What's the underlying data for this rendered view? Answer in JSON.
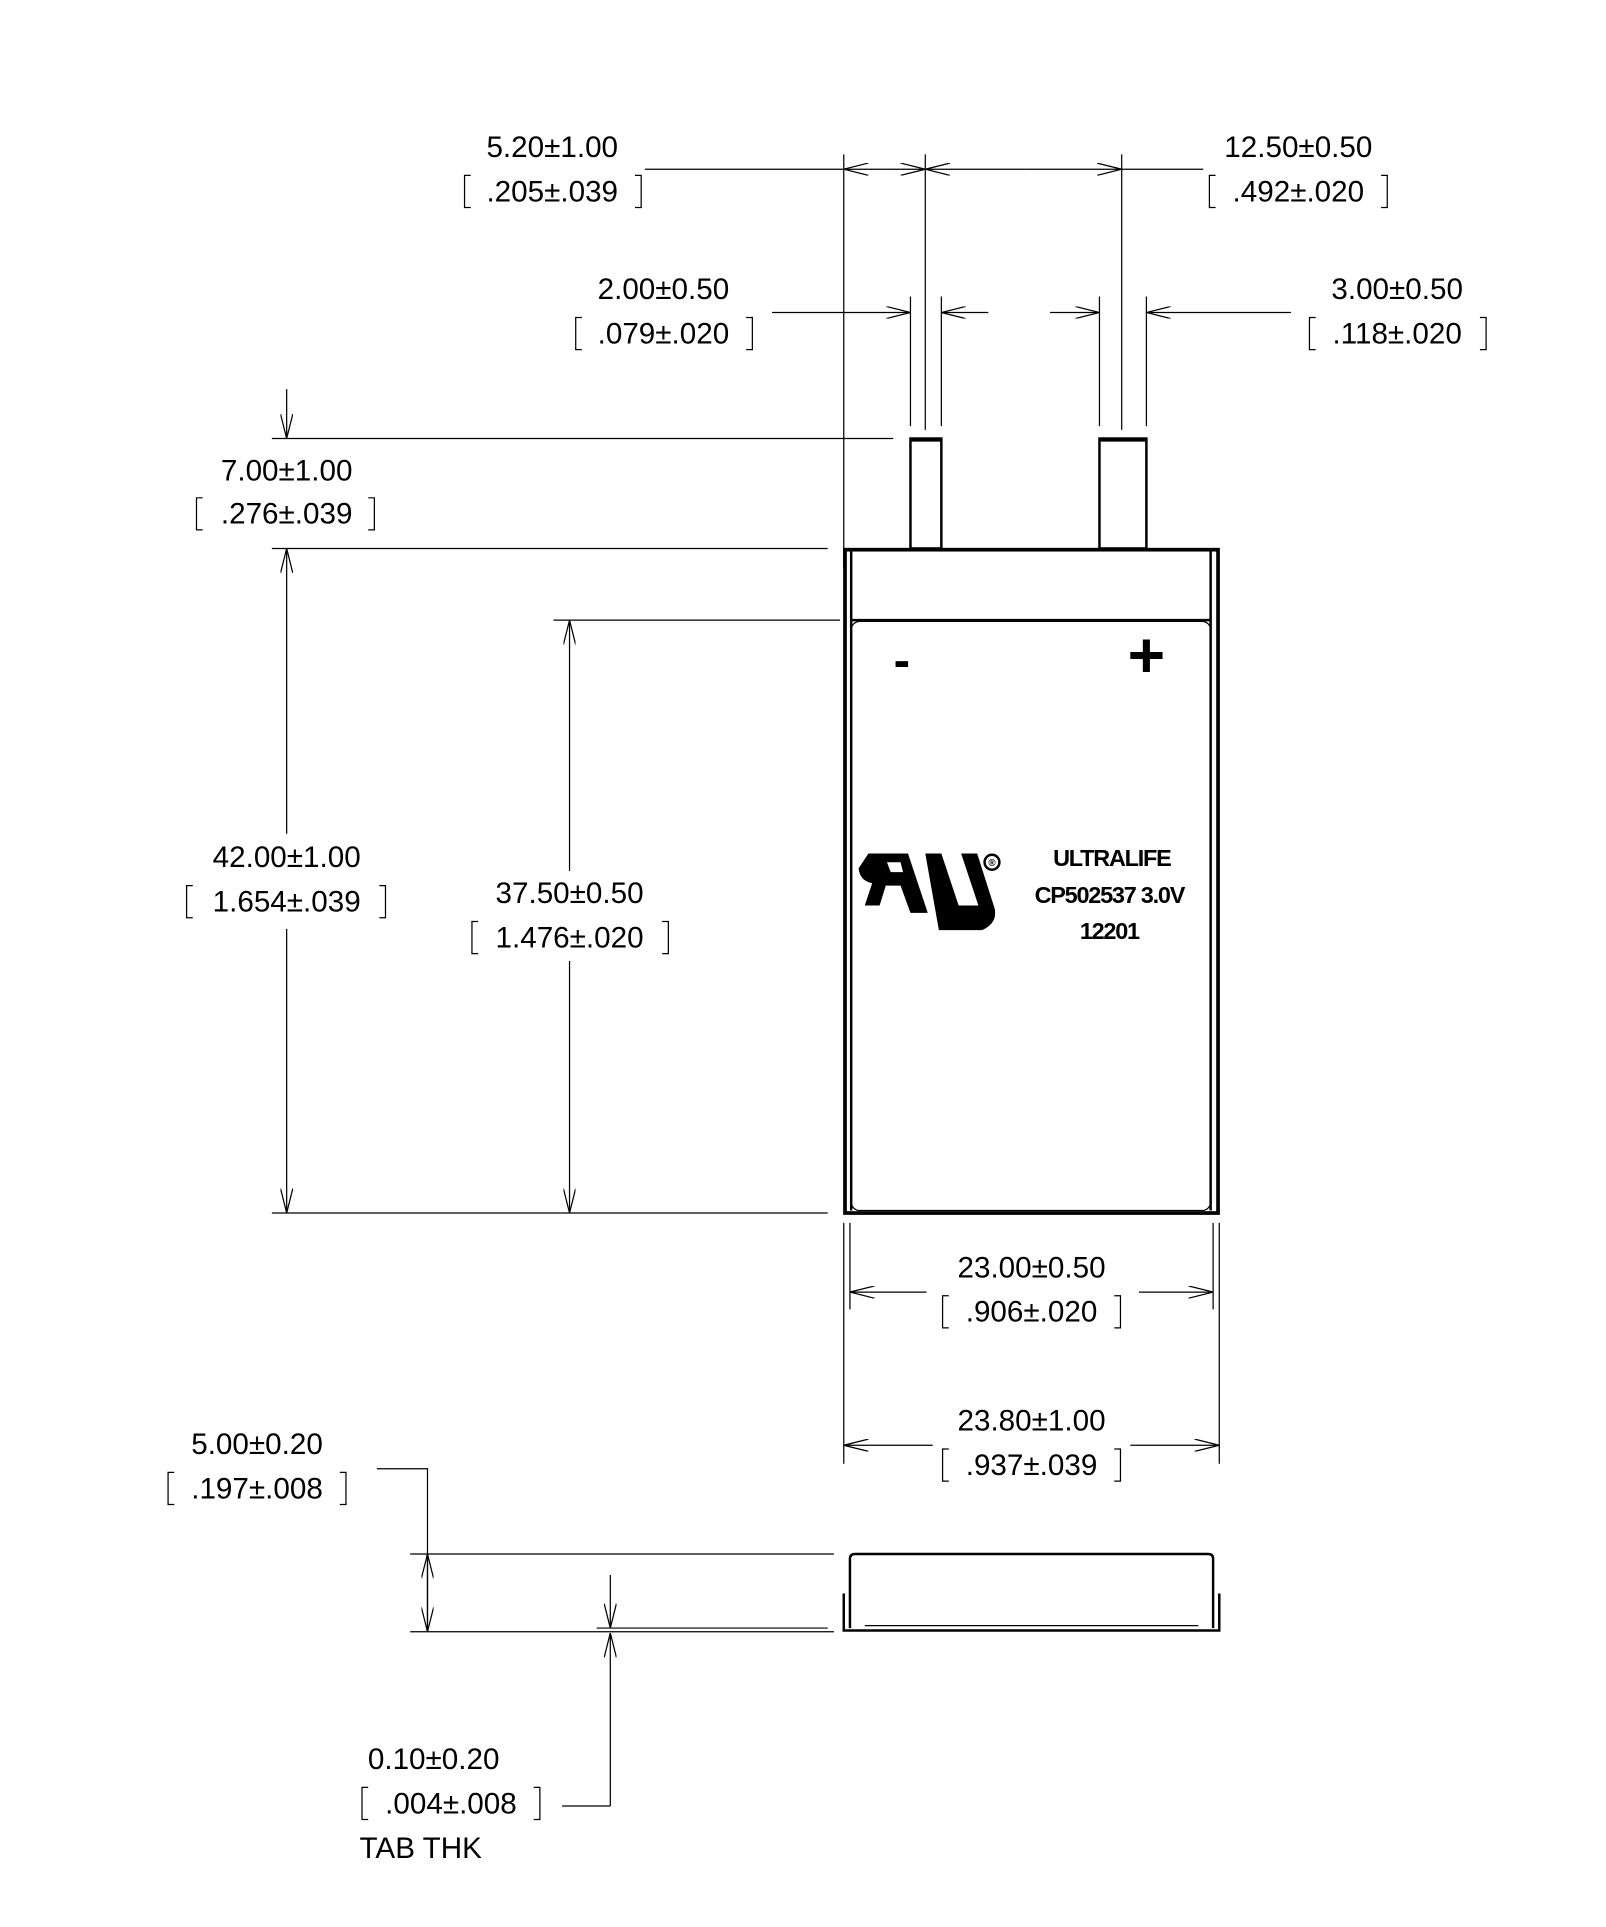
{
  "dimensions": {
    "tab_offset": {
      "metric": "5.20±1.00",
      "inch": ".205±.039"
    },
    "tab_spacing": {
      "metric": "12.50±0.50",
      "inch": ".492±.020"
    },
    "neg_tab_width": {
      "metric": "2.00±0.50",
      "inch": ".079±.020"
    },
    "pos_tab_width": {
      "metric": "3.00±0.50",
      "inch": ".118±.020"
    },
    "tab_length": {
      "metric": "7.00±1.00",
      "inch": ".276±.039"
    },
    "body_length": {
      "metric": "42.00±1.00",
      "inch": "1.654±.039"
    },
    "label_length": {
      "metric": "37.50±0.50",
      "inch": "1.476±.020"
    },
    "label_width": {
      "metric": "23.00±0.50",
      "inch": ".906±.020"
    },
    "body_width": {
      "metric": "23.80±1.00",
      "inch": ".937±.039"
    },
    "thickness": {
      "metric": "5.00±0.20",
      "inch": ".197±.008"
    },
    "tab_thickness": {
      "metric": "0.10±0.20",
      "inch": ".004±.008",
      "note": "TAB THK"
    }
  },
  "battery": {
    "negative_symbol": "-",
    "positive_symbol": "+",
    "brand": "ULTRALIFE",
    "model": "CP502537 3.0V",
    "code": "12201",
    "logo": "UL",
    "registered": "®"
  }
}
